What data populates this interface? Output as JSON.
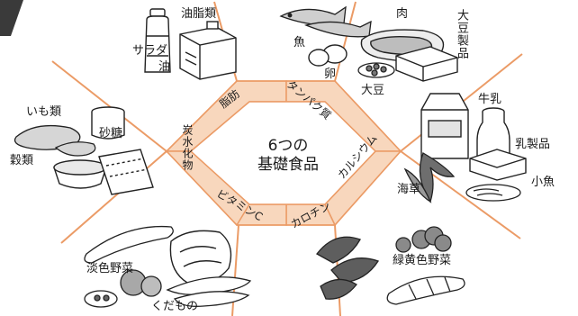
{
  "center": {
    "line1": "6つの",
    "line2": "基礎食品"
  },
  "hexagon_bands": {
    "top_left": "脂肪",
    "top_right": "タンパク質",
    "right": "カルシウム",
    "bottom_right": "カロチン",
    "bottom_left": "ビタミンC",
    "left": "炭水化物"
  },
  "sections": {
    "fats": {
      "items": [
        "油脂類",
        "サラダ",
        "油"
      ]
    },
    "protein": {
      "items": [
        "肉",
        "魚",
        "大豆製品",
        "卵",
        "大豆"
      ]
    },
    "calcium": {
      "items": [
        "牛乳",
        "乳製品",
        "海草",
        "小魚"
      ]
    },
    "carbohydrates": {
      "items": [
        "いも類",
        "砂糖",
        "穀類"
      ]
    },
    "vitamin_c": {
      "items": [
        "淡色野菜",
        "くだもの"
      ]
    },
    "carotene": {
      "items": [
        "緑黄色野菜"
      ]
    }
  },
  "colors": {
    "band_fill": "#f8d7bd",
    "divider": "#eb9b66",
    "ink": "#1a1a1a"
  }
}
